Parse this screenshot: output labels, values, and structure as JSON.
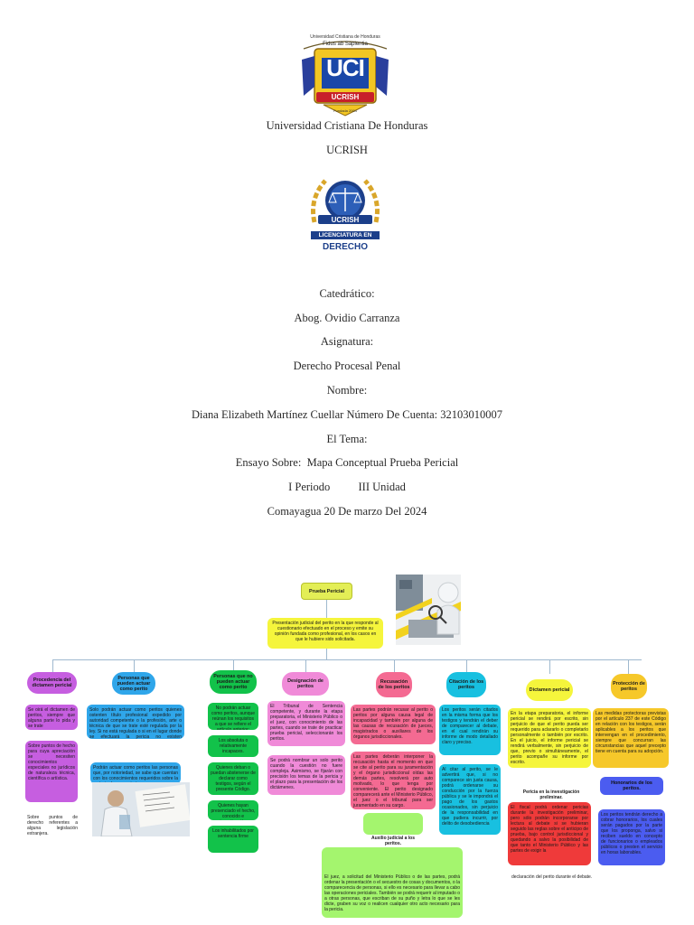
{
  "cover": {
    "university": "Universidad Cristiana De Honduras",
    "acronym": "UCRISH",
    "label_catedratico": "Catedrático:",
    "catedratico": "Abog. Ovidio Carranza",
    "label_asignatura": "Asignatura:",
    "asignatura": "Derecho Procesal Penal",
    "label_nombre": "Nombre:",
    "nombre": "Diana Elizabeth Martínez Cuellar Número De Cuenta: 32103010007",
    "label_tema": "El Tema:",
    "tema": "Ensayo Sobre:  Mapa Conceptual Prueba Pericial",
    "periodo": "I Periodo          III Unidad",
    "fecha": "Comayagua 20 De marzo Del 2024"
  },
  "logos": {
    "logo1_top": "Universidad Cristiana de Honduras",
    "logo1_motto": "Fidus ab Sapientia",
    "logo1_letters": "UCI",
    "logo1_ribbon": "UCRISH",
    "logo1_founded": "Fundada 2004",
    "logo2_ribbon": "UCRISH",
    "logo2_line1": "LICENCIATURA EN",
    "logo2_line2": "DERECHO"
  },
  "map": {
    "root": "Prueba Pericial",
    "definition": "Presentación judicial del perito en la que responde al cuestionario efectuado en el proceso y emite su opinión fundada como profesional, en los casos en que le hubiere sido solicitada.",
    "branches": [
      {
        "title": "Procedencia del dictamen pericial",
        "items": [
          "Se oirá el dictamen de peritos, siempre que alguna parte lo pida y se trate",
          "Sobre puntos de hecho para cuya apreciación se necesiten conocimientos especiales no jurídicos de naturaleza técnica, científica o artística.",
          "Sobre puntos de derecho referentes a alguna legislación extranjera."
        ]
      },
      {
        "title": "Personas que pueden actuar como perito",
        "items": [
          "Solo podrán actuar como peritos quienes ostenten título profesional expedido por autoridad competente o la profesión, arte o técnica de que se trate esté regulada por la ley. Si no está regulada o si en el lugar donde se efectuará la pericia no existen profesionales autorizados,",
          "Podrán actuar como peritos las personas que, por notoriedad, se sabe que cuentan con los conocimientos requeridos sobre la materia de que se trate."
        ]
      },
      {
        "title": "Personas que no pueden actuar como perito",
        "items": [
          "No podrán actuar como peritos, aunque reúnan los requisitos a que se refiere el artículo anterior:",
          "Los absoluta o relativamente incapaces.",
          "Quienes deban o puedan abstenerse de declarar como testigos, según el presente Código.",
          "Quienes hayan presenciado el hecho, conocido e investigación",
          "Los inhabilitados por sentencia firme"
        ]
      },
      {
        "title": "Designación de peritos",
        "items": [
          "El Tribunal de Sentencia competente, y durante la etapa preparatoria, el Ministerio Público o el juez, con conocimiento de las partes, cuando se trate de practicar prueba pericial, seleccionarán los peritos.",
          "Se podrá nombrar un solo perito cuando la cuestión no fuere compleja. Asimismo, se fijarán con precisión los temas de la pericia y el plazo para la presentación de los dictámenes."
        ]
      },
      {
        "title": "Recusación de los peritos",
        "items": [
          "Las partes podrán recusar al perito o peritos por alguna causa legal de incapacidad y también por alguna de las causas de recusación de jueces, magistrados o auxiliares de los órganos jurisdiccionales.",
          "Las partes deberán interponer la recusación hasta el momento en que se cite al perito para su juramentación y el órgano jurisdiccional oídas las demás partes, resolverá por auto motivado, lo que tenga por conveniente. El perito designado comparecerá ante el Ministerio Público, el juez o el tribunal para ser juramentado en su cargo."
        ]
      },
      {
        "title": "Citación de los peritos",
        "items": [
          "Los peritos serán citados en la misma forma que los testigos y tendrán el deber de comparecer al debate, en el cual rendirán su informe de modo detallado claro y preciso.",
          "Al citar al perito, se le advertirá que, si no comparece sin justa causa, podrá ordenarse su conducción por la fuerza pública y se le impondrá el pago de los gastos ocasionados, sin perjuicio de la responsabilidad en que pudiera incurrir, por delito de desobediencia"
        ]
      },
      {
        "title": "Dictamen pericial",
        "items": [
          "En la etapa preparatoria, el informe pericial se rendirá por escrito, sin perjuicio de que el perito pueda ser requerido para aclararlo o completarlo personalmente o también por escrito. En el juicio, el informe pericial se rendirá verbalmente, sin perjuicio de que, previo o simultáneamente, el perito acompañe su informe por escrito.",
          "Pericia en la investigación preliminar.",
          "El fiscal podrá ordenar pericias durante la investigación preliminar, pero sólo podrán incorporarse por lectura al debate si se hubieran seguido las reglas sobre el anticipo de prueba, bajo control jurisdiccional y quedando a salvo la posibilidad de que tanto el Ministerio Público y las partes de exigir la",
          "declaración del perito durante el debate."
        ]
      },
      {
        "title": "Protección de peritos",
        "items": [
          "Las medidas protectoras previstas por el artículo 237 de este Código en relación con los testigos, serán aplicables a los peritos que intervengan en el procedimiento, siempre que concurran las circunstancias que aquel precepto tiene en cuenta para su adopción.",
          "Honorarios de los peritos.",
          "Los peritos tendrán derecho a cobrar honorarios, los cuales serán pagados por la parte que los proponga, salvo si reciben sueldo en concepto de funcionarios o empleados públicos o presten el servicio en horas laborables."
        ]
      }
    ],
    "aux_title": "Auxilio judicial a los peritos.",
    "aux_text": "El juez, a solicitud del Ministerio Público o de las partes, podrá ordenar la presentación o el secuestro de cosas y documentos, o la comparecencia de personas, si ello es necesario para llevar a cabo las operaciones periciales. También se podrá requerir al imputado o a otras personas, que escriban de su puño y letra lo que se les dicte, graben su voz o realicen cualquier otro acto necesario para la pericia."
  },
  "colors": {
    "purple": "#c65ee0",
    "blue": "#2fa6ea",
    "green": "#12c24a",
    "pink": "#f08ad8",
    "rose": "#f46a92",
    "cyan": "#18c0e0",
    "yellow": "#f5f53c",
    "amber": "#f6c82a",
    "lime": "#a4f56e",
    "red": "#ef3a3a",
    "indigo": "#4b5cf0",
    "root": "#e3ee56"
  }
}
